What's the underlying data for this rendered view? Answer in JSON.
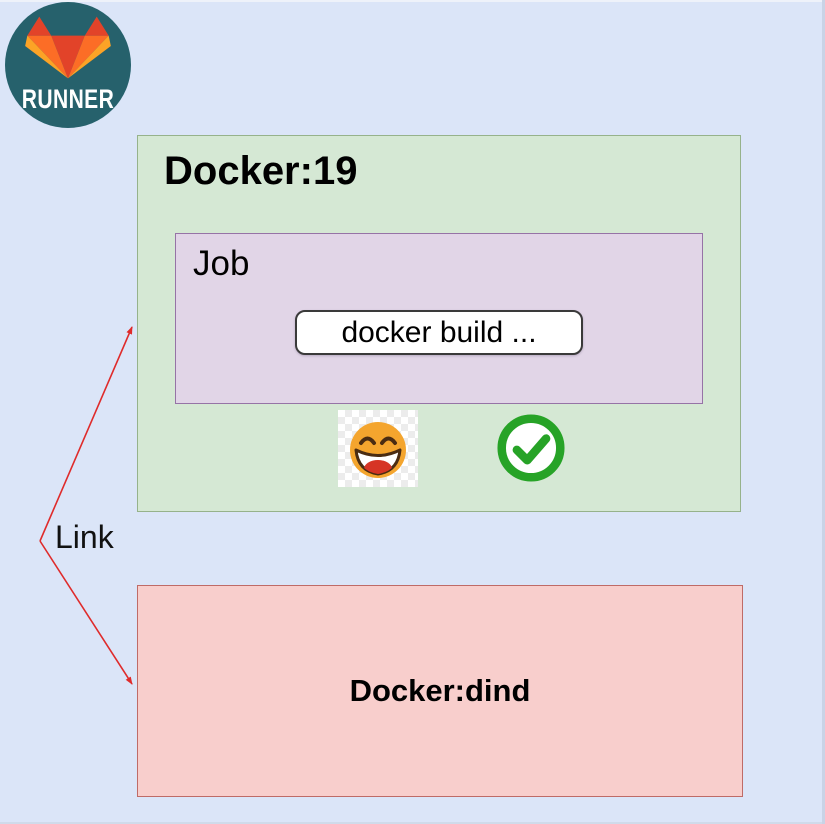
{
  "colors": {
    "background": "#dbe5f8",
    "logo_circle": "#26616c",
    "fox_red": "#e24329",
    "fox_orange": "#fc6d26",
    "fox_yellow": "#fca326",
    "runner_container_fill": "#d5e8d4",
    "runner_container_stroke": "#96b28b",
    "job_fill": "#e1d5e7",
    "job_stroke": "#9673a6",
    "dind_fill": "#f8cecc",
    "dind_stroke": "#bf6b67",
    "arrow": "#df2b2b",
    "check_green": "#27a327",
    "emoji_face": "#f4a52e",
    "emoji_features": "#4a2c12",
    "emoji_tongue": "#d63425"
  },
  "logo": {
    "label": "RUNNER"
  },
  "diagram": {
    "runner_container": {
      "title": "Docker:19"
    },
    "job_box": {
      "title": "Job",
      "command": "docker build ..."
    },
    "status_icons": [
      {
        "name": "laughing-emoji"
      },
      {
        "name": "check-circle"
      }
    ],
    "link_label": "Link",
    "dind_container": {
      "title": "Docker:dind"
    }
  }
}
